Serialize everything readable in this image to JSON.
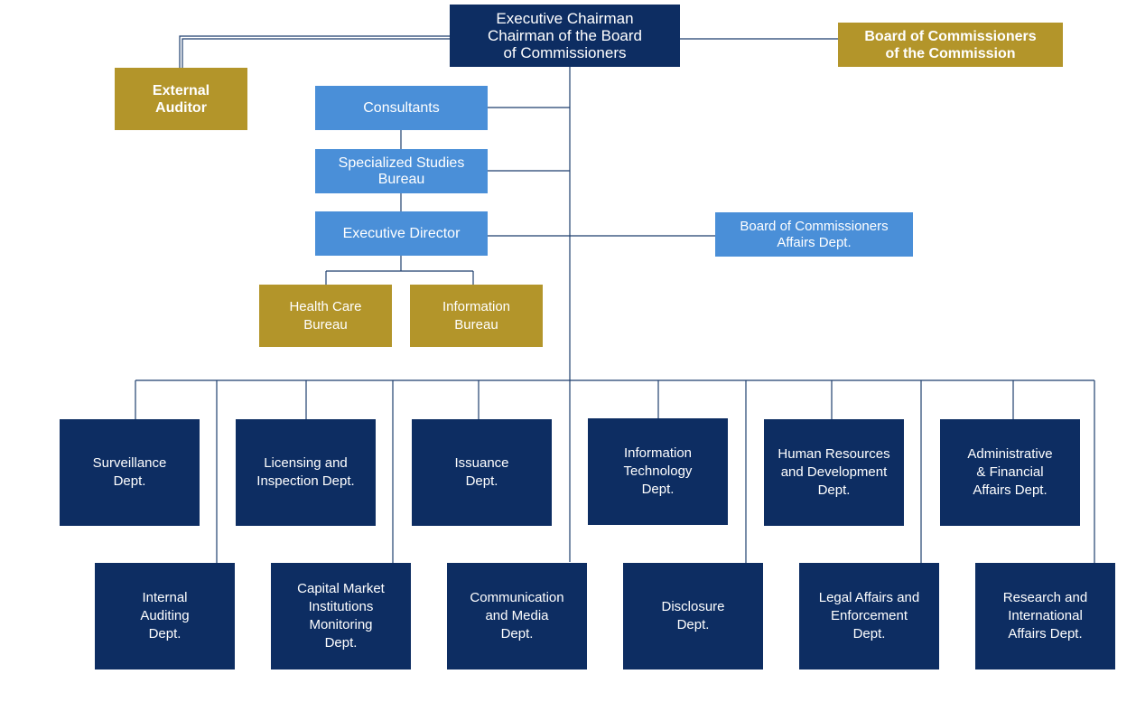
{
  "top": {
    "chairman": "Executive Chairman\nChairman of the Board\nof Commissioners",
    "board": "Board of Commissioners\nof the Commission"
  },
  "external_auditor": "External\nAuditor",
  "staff": {
    "consultants": "Consultants",
    "specialized_studies": "Specialized Studies\nBureau",
    "executive_director": "Executive Director",
    "board_affairs": "Board of Commissioners\nAffairs Dept."
  },
  "bureaus": {
    "health_care": "Health Care\nBureau",
    "information": "Information\nBureau"
  },
  "departments_row1": [
    "Surveillance\nDept.",
    "Licensing and\nInspection Dept.",
    "Issuance\nDept.",
    "Information\nTechnology\nDept.",
    "Human Resources\nand Development\nDept.",
    "Administrative\n& Financial\nAffairs Dept."
  ],
  "departments_row2": [
    "Internal\nAuditing\nDept.",
    "Capital Market\nInstitutions\nMonitoring\nDept.",
    "Communication\nand Media\nDept.",
    "Disclosure\nDept.",
    "Legal Affairs and\nEnforcement\nDept.",
    "Research and\nInternational\nAffairs Dept."
  ],
  "colors": {
    "navy": "#0d2d62",
    "gold": "#b3952a",
    "blue": "#4a8fd8",
    "line": "#0d2d62"
  }
}
